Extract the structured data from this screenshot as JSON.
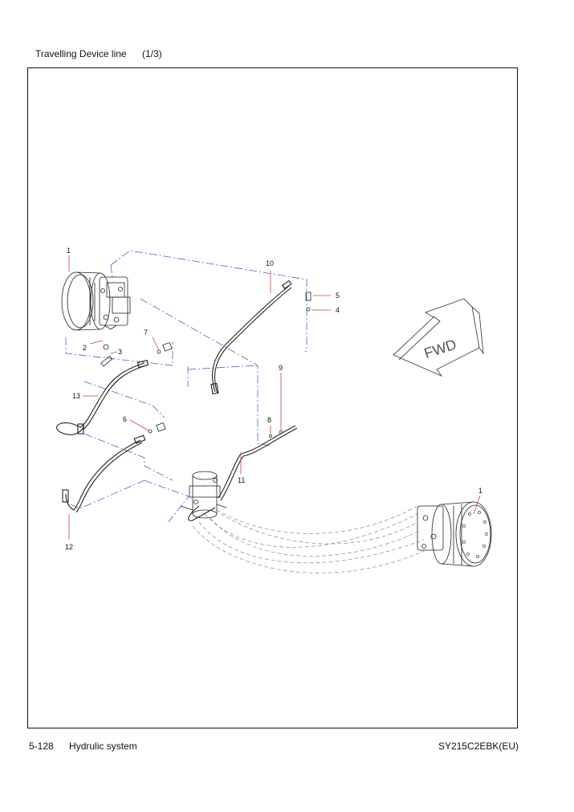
{
  "header": {
    "title": "Travelling Device line",
    "sheet": "(1/3)"
  },
  "footer": {
    "page": "5-128",
    "section": "Hydrulic system",
    "model": "SY215C2EBK(EU)"
  },
  "drawing": {
    "fwd_label": "FWD",
    "callouts": {
      "c1a": "1",
      "c1b": "1",
      "c2": "2",
      "c3": "3",
      "c4": "4",
      "c5": "5",
      "c6": "6",
      "c7": "7",
      "c8": "8",
      "c9": "9",
      "c10": "10",
      "c11": "11",
      "c12": "12",
      "c13": "13"
    },
    "colors": {
      "leader": "#d23c3c",
      "centerline": "#5060c8",
      "line": "#222222",
      "hidden": "#888888"
    }
  }
}
